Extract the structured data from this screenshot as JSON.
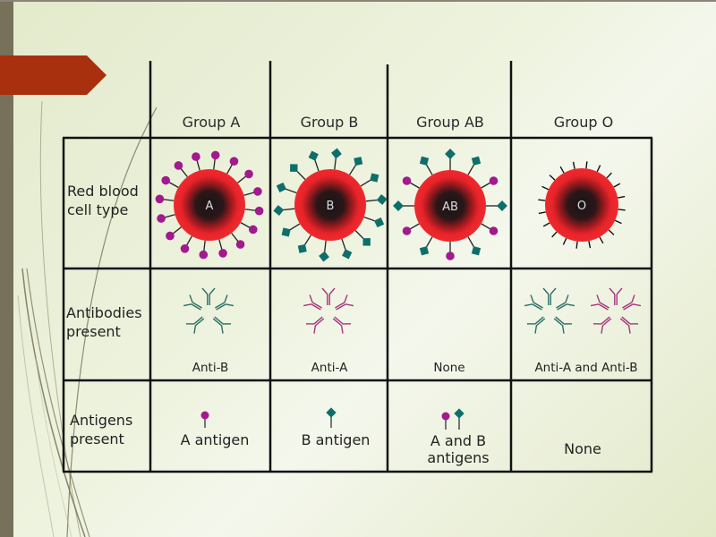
{
  "colors": {
    "accent_arrow": "#a8300f",
    "antigen_a": "#a3198e",
    "antigen_b": "#0e6e6a",
    "cell_red": "#e8232a",
    "cell_core": "#1b1416",
    "antibody_b": "#2b6f68",
    "antibody_a": "#a4367e"
  },
  "table": {
    "columns": [
      "Group A",
      "Group B",
      "Group AB",
      "Group O"
    ],
    "rows": [
      {
        "label_line1": "Red blood",
        "label_line2": "cell type"
      },
      {
        "label_line1": "Antibodies",
        "label_line2": "present"
      },
      {
        "label_line1": "Antigens",
        "label_line2": "present"
      }
    ],
    "cells": {
      "cell_labels": [
        "A",
        "B",
        "AB",
        "O"
      ],
      "antibodies": [
        "Anti-B",
        "Anti-A",
        "None",
        "Anti-A and Anti-B"
      ],
      "antigens": [
        {
          "line1": "A antigen",
          "line2": ""
        },
        {
          "line1": "B antigen",
          "line2": ""
        },
        {
          "line1": "A and B",
          "line2": "antigens"
        },
        {
          "line1": "None",
          "line2": ""
        }
      ]
    }
  }
}
